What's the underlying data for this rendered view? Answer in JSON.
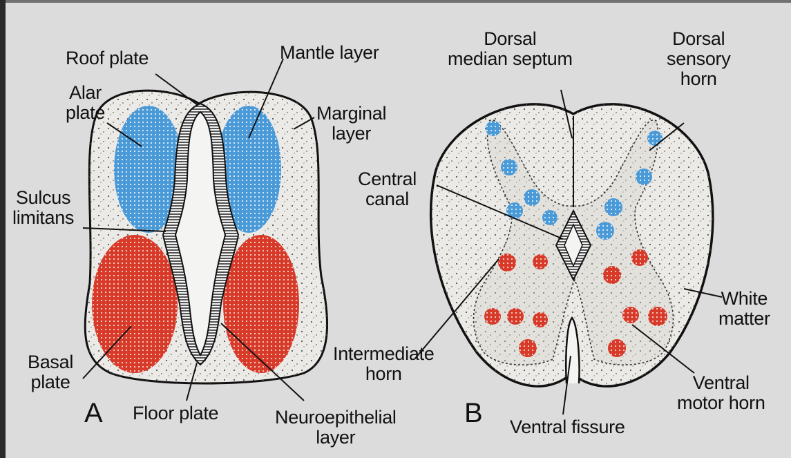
{
  "panel_a": {
    "letter": "A",
    "labels": {
      "roof_plate": "Roof plate",
      "alar_plate": [
        "Alar",
        "plate"
      ],
      "mantle_layer": "Mantle layer",
      "marginal_layer": [
        "Marginal",
        "layer"
      ],
      "sulcus_limitans": [
        "Sulcus",
        "limitans"
      ],
      "basal_plate": [
        "Basal",
        "plate"
      ],
      "floor_plate": "Floor plate",
      "neuroepithelial_layer": [
        "Neuroepithelial",
        "layer"
      ]
    }
  },
  "panel_b": {
    "letter": "B",
    "labels": {
      "dorsal_median_septum": [
        "Dorsal",
        "median septum"
      ],
      "dorsal_sensory_horn": [
        "Dorsal",
        "sensory",
        "horn"
      ],
      "central_canal": [
        "Central",
        "canal"
      ],
      "white_matter": [
        "White",
        "matter"
      ],
      "intermediate_horn": [
        "Intermediate",
        "horn"
      ],
      "ventral_motor_horn": [
        "Ventral",
        "motor horn"
      ],
      "ventral_fissure": "Ventral fissure"
    }
  },
  "colors": {
    "background": "#dcdcdc",
    "tissue": "#eceae6",
    "sensory_blue": "#4a9ad8",
    "motor_red": "#d83a2a",
    "outline": "#111111"
  }
}
